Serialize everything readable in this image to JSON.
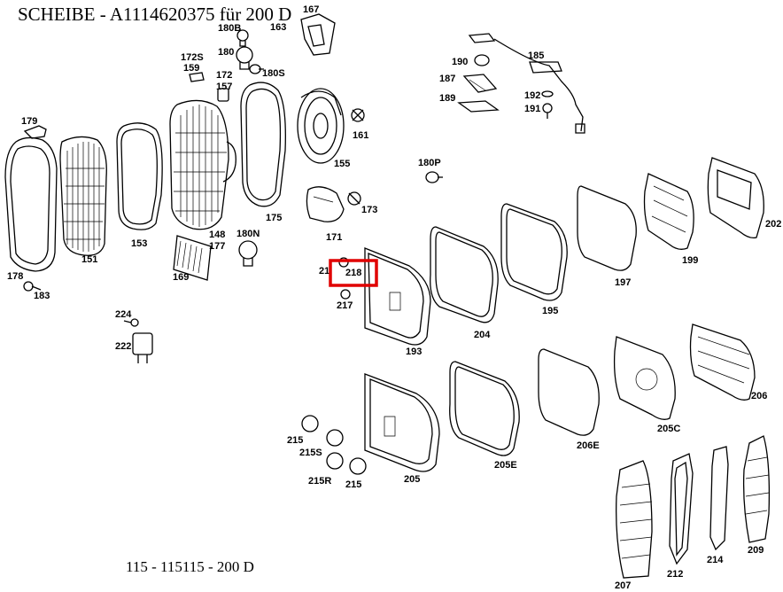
{
  "title": "SCHEIBE  - A1114620375 für 200 D",
  "footer": "115 - 115115 - 200 D",
  "highlight_color": "#e00000",
  "highlighted_part": "218",
  "part_labels": [
    "180B",
    "163",
    "167",
    "172S",
    "159",
    "180",
    "172",
    "157",
    "180S",
    "179",
    "161",
    "155",
    "180P",
    "148",
    "177",
    "180N",
    "175",
    "173",
    "171",
    "202",
    "178",
    "151",
    "153",
    "169",
    "183",
    "185",
    "190",
    "187",
    "192",
    "189",
    "191",
    "199",
    "21",
    "218",
    "217",
    "204",
    "195",
    "197",
    "224",
    "222",
    "193",
    "206",
    "205C",
    "215",
    "215S",
    "215R",
    "205",
    "205E",
    "206E",
    "207",
    "212",
    "214",
    "209"
  ]
}
